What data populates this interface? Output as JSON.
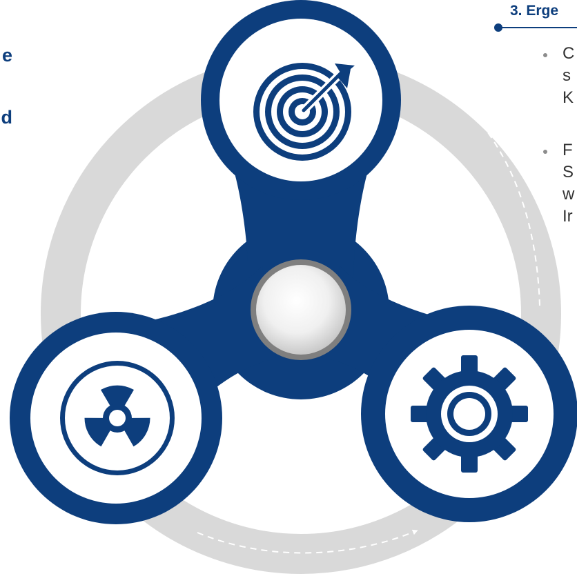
{
  "left_text": {
    "line1": "e",
    "line2": "d"
  },
  "section": {
    "title": "3. Erge"
  },
  "bullets": [
    {
      "lines": [
        "C",
        "s",
        "K"
      ]
    },
    {
      "lines": [
        "F",
        "S",
        "w",
        "Ir"
      ]
    }
  ],
  "hubs": [
    {
      "icon": "target-icon"
    },
    {
      "icon": "radiation-icon"
    },
    {
      "icon": "gear-icon"
    }
  ],
  "colors": {
    "spinner_blue": "#0d3e7d",
    "ring_gray": "#d9d9d9",
    "center_gray": "#7f7f7f",
    "text_blue": "#0d3e7d",
    "arrow_white": "#ffffff"
  }
}
